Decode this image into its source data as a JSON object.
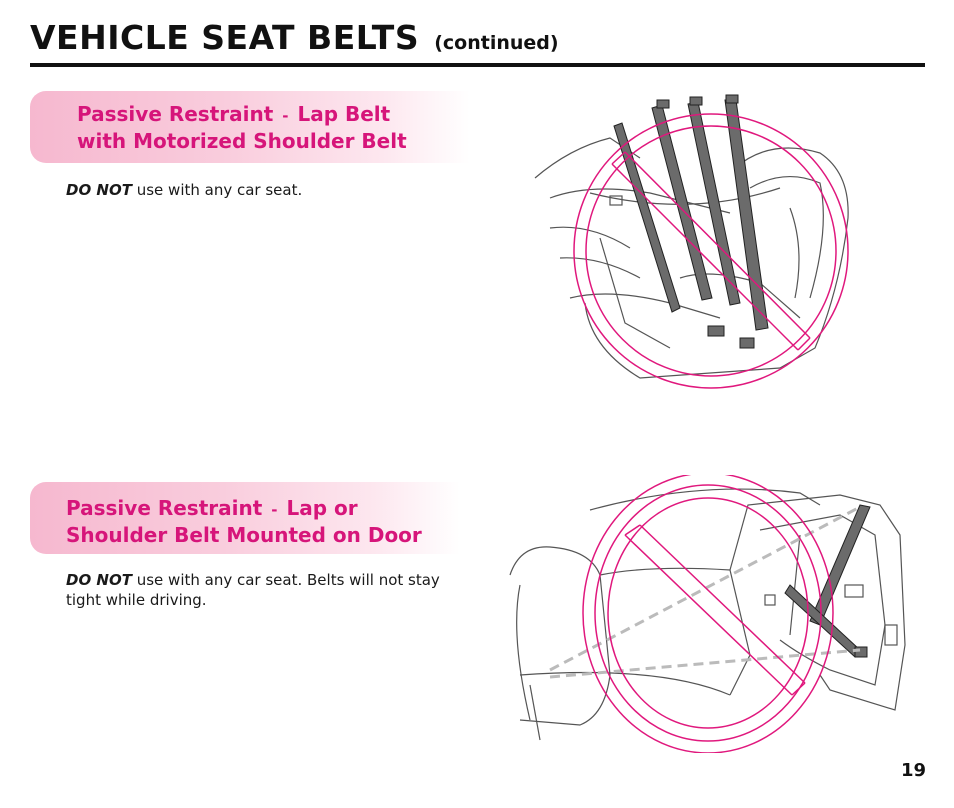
{
  "header": {
    "title": "VEHICLE SEAT BELTS",
    "subtitle": "(continued)"
  },
  "sections": [
    {
      "heading_part1": "Passive Restraint",
      "heading_sep": "-",
      "heading_part2": "Lap Belt",
      "heading_line2": "with Motorized Shoulder Belt",
      "warning_emphasis": "DO NOT",
      "warning_text": " use with any car seat."
    },
    {
      "heading_part1": "Passive Restraint",
      "heading_sep": "-",
      "heading_part2": "Lap or",
      "heading_line2": "Shoulder Belt Mounted on Door",
      "warning_emphasis": "DO NOT",
      "warning_text": " use with any car seat.  Belts will not stay tight while driving."
    }
  ],
  "page_number": "19",
  "colors": {
    "accent": "#d6157a",
    "band_start": "#f6b8cf",
    "rule": "#111111"
  },
  "illustrations": [
    {
      "icon": "prohibited-motorized-shoulder-belt-seat-icon"
    },
    {
      "icon": "prohibited-door-mounted-belt-icon"
    }
  ]
}
